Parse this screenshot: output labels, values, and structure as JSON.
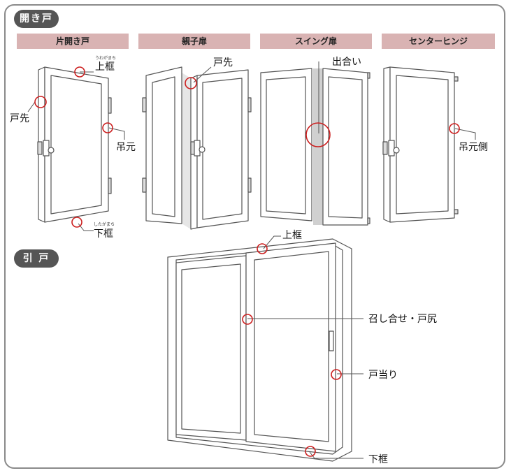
{
  "sections": {
    "hinged": "開き戸",
    "sliding": "引 戸"
  },
  "types": [
    "片開き戸",
    "親子扉",
    "スイング扉",
    "センターヒンジ"
  ],
  "labels": {
    "top_frame": "上框",
    "top_frame_ruby": "うわがまち",
    "door_edge_1": "戸先",
    "hinge_side": "吊元",
    "bottom_frame_1": "下框",
    "bottom_frame_ruby": "したがまち",
    "door_edge_2": "戸先",
    "meeting": "出合い",
    "hinge_side_center": "吊元側",
    "sliding_top_frame": "上框",
    "meeting_stile": "召し合せ・戸尻",
    "door_stop": "戸当り",
    "sliding_bottom_frame": "下框"
  },
  "colors": {
    "marker": "#cc1f1f",
    "header_bg": "#d9b3b3",
    "section_bg": "#555555",
    "line": "#555555"
  }
}
